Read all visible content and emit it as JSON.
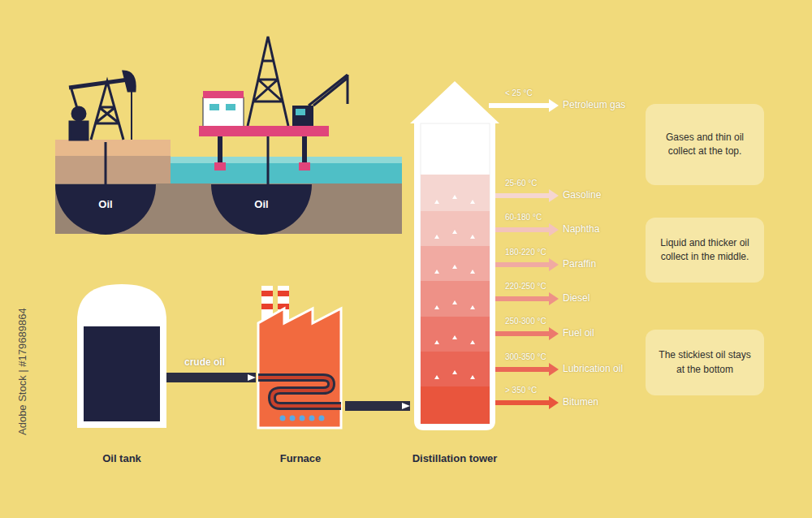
{
  "diagram": {
    "nodes": [
      {
        "text": [
          "Oil"
        ]
      },
      {
        "text": [
          "Oil"
        ]
      },
      {
        "text": [
          "Oil tank"
        ]
      },
      {
        "text": [
          "Furnace"
        ]
      },
      {
        "text": [
          "Distillation tower"
        ]
      },
      {
        "text": [
          "Gases and thin oil collect at the top."
        ]
      },
      {
        "text": [
          "Liquid and thicker oil collect in the middle."
        ]
      },
      {
        "text": [
          "The stickiest oil stays at the bottom"
        ]
      }
    ],
    "edges": [
      {
        "from": 2,
        "to": 3,
        "label": "crude oil",
        "arrow": "to"
      },
      {
        "from": 3,
        "to": 4,
        "arrow": "to"
      }
    ],
    "labels": [
      "< 25 °C",
      "Petroleum gas",
      "25-60 °C",
      "Gasoline",
      "60-180 °C",
      "Naphtha",
      "180-220 °C",
      "Paraffin",
      "220-250 °C",
      "Diesel",
      "250-300 °C",
      "Fuel oil",
      "300-350 °C",
      "Lubrication oil",
      "> 350 °C",
      "Bitumen",
      "Adobe Stock | #179689864"
    ]
  }
}
